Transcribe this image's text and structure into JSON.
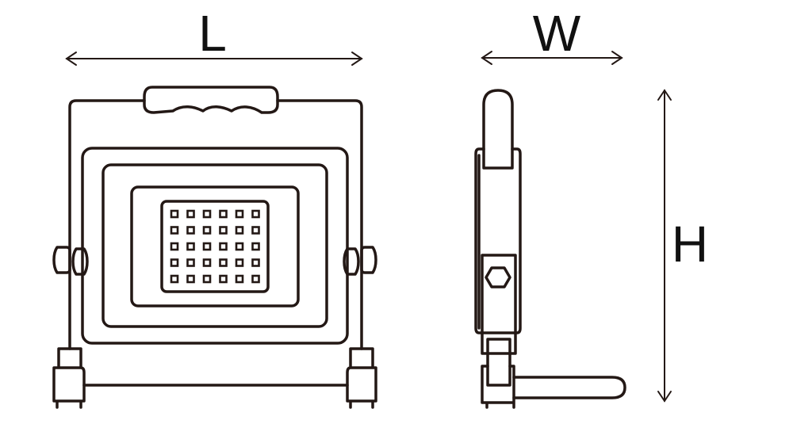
{
  "dimensions": {
    "length_label": "L",
    "width_label": "W",
    "height_label": "H"
  },
  "led_grid": {
    "rows": 5,
    "cols": 6
  },
  "colors": {
    "line": "#231815",
    "background": "#ffffff"
  }
}
